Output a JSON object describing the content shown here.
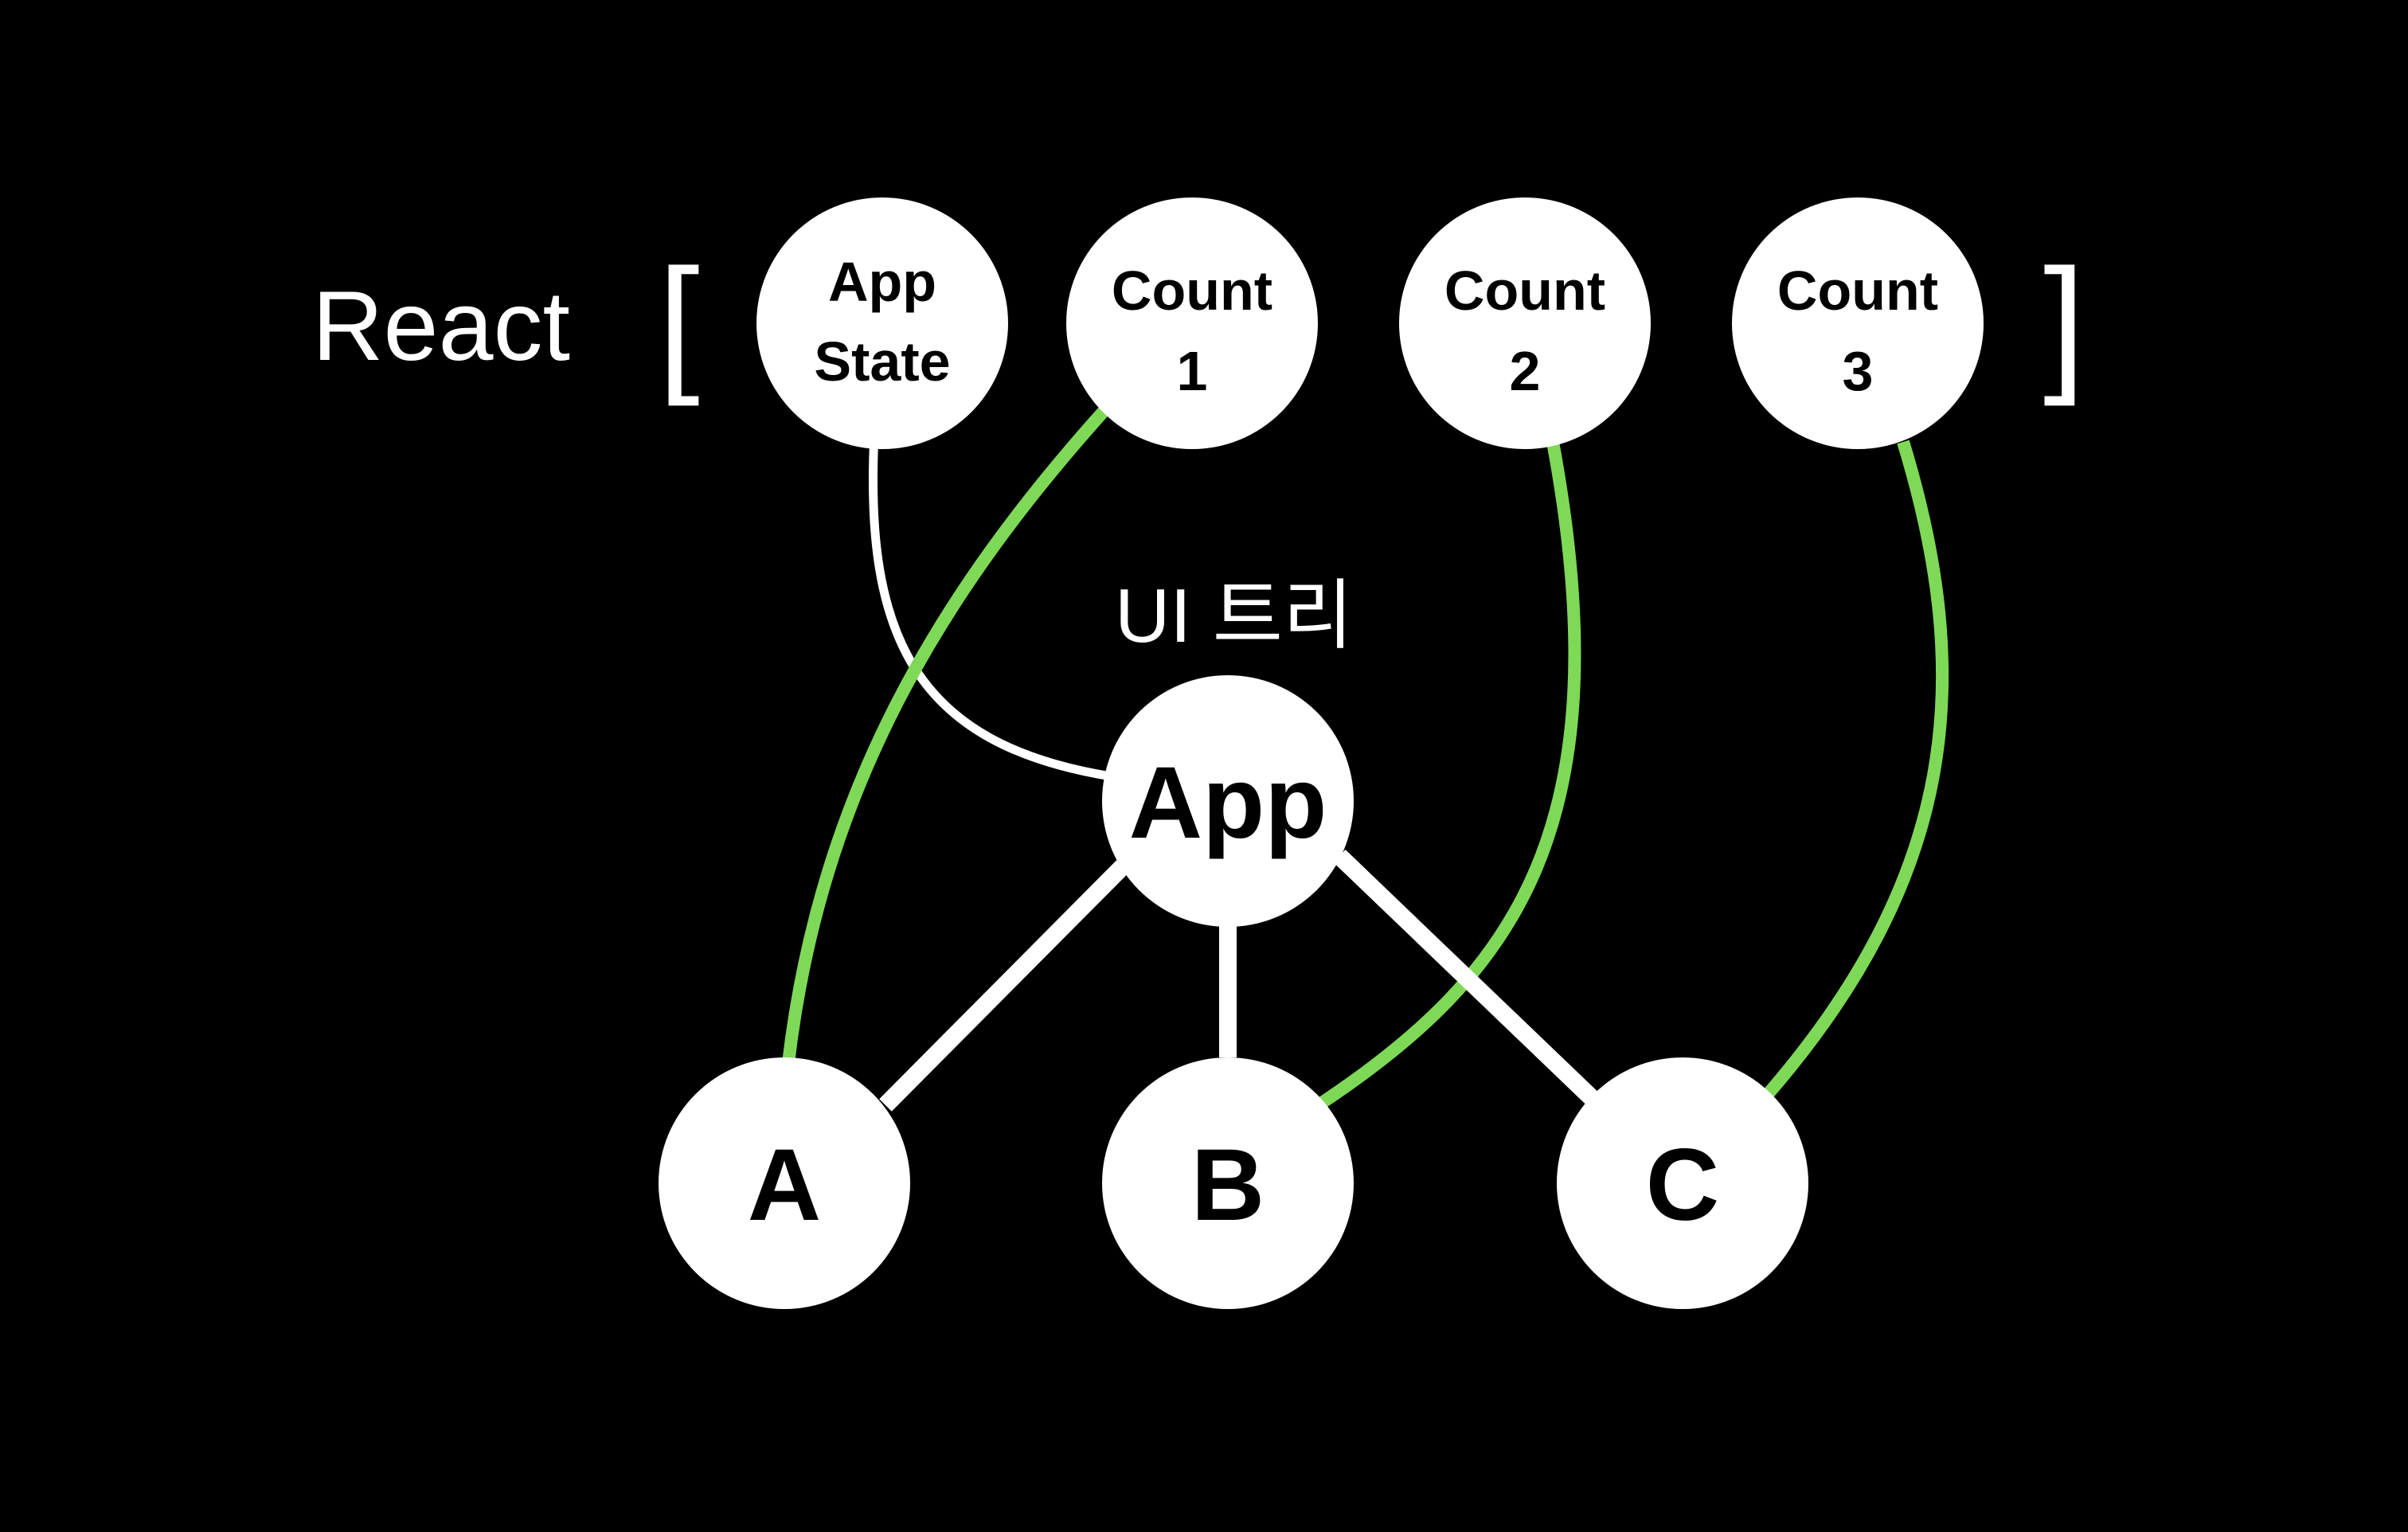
{
  "header": {
    "react_label": "React",
    "bracket_open": "[",
    "bracket_close": "]",
    "tree_label": "UI 트리"
  },
  "state_nodes": [
    {
      "id": "app-state",
      "lines": [
        "App",
        "State"
      ]
    },
    {
      "id": "count-1",
      "lines": [
        "Count",
        "1"
      ]
    },
    {
      "id": "count-2",
      "lines": [
        "Count",
        "2"
      ]
    },
    {
      "id": "count-3",
      "lines": [
        "Count",
        "3"
      ]
    }
  ],
  "tree_nodes": [
    {
      "id": "app",
      "label": "App"
    },
    {
      "id": "a",
      "label": "A"
    },
    {
      "id": "b",
      "label": "B"
    },
    {
      "id": "c",
      "label": "C"
    }
  ],
  "connections": [
    {
      "from": "app-state",
      "to": "app",
      "kind": "state"
    },
    {
      "from": "count-1",
      "to": "a",
      "kind": "state"
    },
    {
      "from": "count-2",
      "to": "b",
      "kind": "state"
    },
    {
      "from": "count-3",
      "to": "c",
      "kind": "state"
    },
    {
      "from": "app",
      "to": "a",
      "kind": "tree"
    },
    {
      "from": "app",
      "to": "b",
      "kind": "tree"
    },
    {
      "from": "app",
      "to": "c",
      "kind": "tree"
    }
  ],
  "colors": {
    "background": "#000000",
    "node_fill": "#ffffff",
    "node_text": "#000000",
    "tree_edge": "#ffffff",
    "state_link": "#7ed957"
  }
}
